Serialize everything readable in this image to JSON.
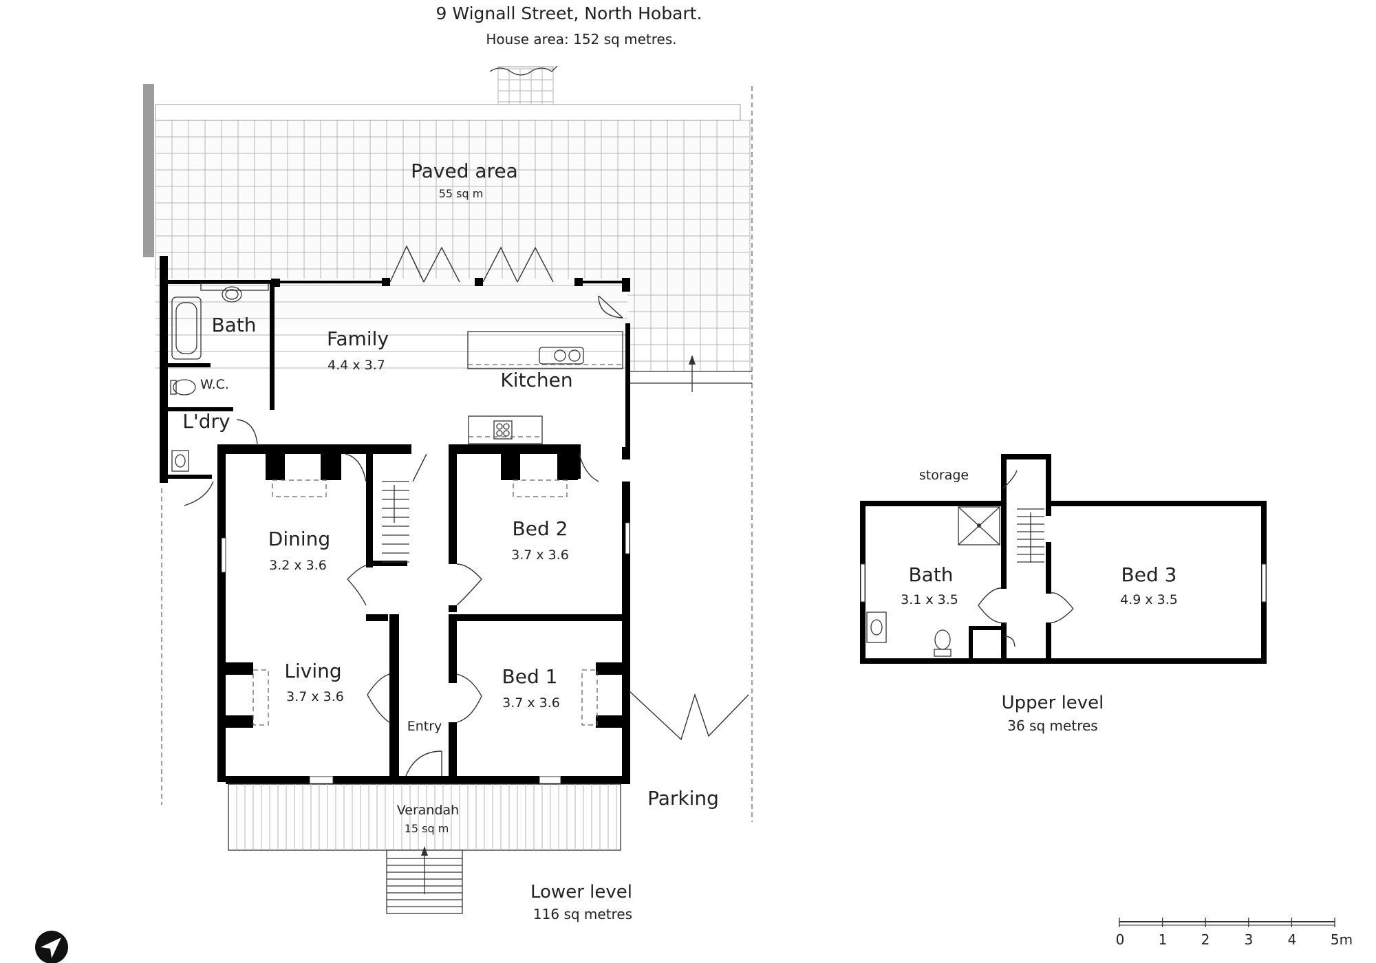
{
  "header": {
    "title": "9 Wignall Street, North Hobart.",
    "house_area": "House area: 152 sq metres."
  },
  "lower": {
    "paved": {
      "name": "Paved area",
      "area": "55 sq m"
    },
    "family": {
      "name": "Family",
      "dims": "4.4 x 3.7"
    },
    "kitchen": {
      "name": "Kitchen"
    },
    "bath": {
      "name": "Bath"
    },
    "wc": {
      "name": "W.C."
    },
    "laundry": {
      "name": "L'dry"
    },
    "dining": {
      "name": "Dining",
      "dims": "3.2 x 3.6"
    },
    "living": {
      "name": "Living",
      "dims": "3.7 x 3.6"
    },
    "bed2": {
      "name": "Bed 2",
      "dims": "3.7 x 3.6"
    },
    "bed1": {
      "name": "Bed 1",
      "dims": "3.7 x 3.6"
    },
    "entry": {
      "name": "Entry"
    },
    "verandah": {
      "name": "Verandah",
      "area": "15 sq m"
    },
    "parking": {
      "name": "Parking"
    },
    "level": {
      "name": "Lower level",
      "area": "116 sq metres"
    }
  },
  "upper": {
    "storage": {
      "name": "storage"
    },
    "bath": {
      "name": "Bath",
      "dims": "3.1 x 3.5"
    },
    "bed3": {
      "name": "Bed 3",
      "dims": "4.9 x 3.5"
    },
    "level": {
      "name": "Upper level",
      "area": "36 sq metres"
    }
  },
  "scale": {
    "labels": [
      "0",
      "1",
      "2",
      "3",
      "4",
      "5m"
    ]
  },
  "icons": {
    "compass": "north-arrow-icon"
  }
}
